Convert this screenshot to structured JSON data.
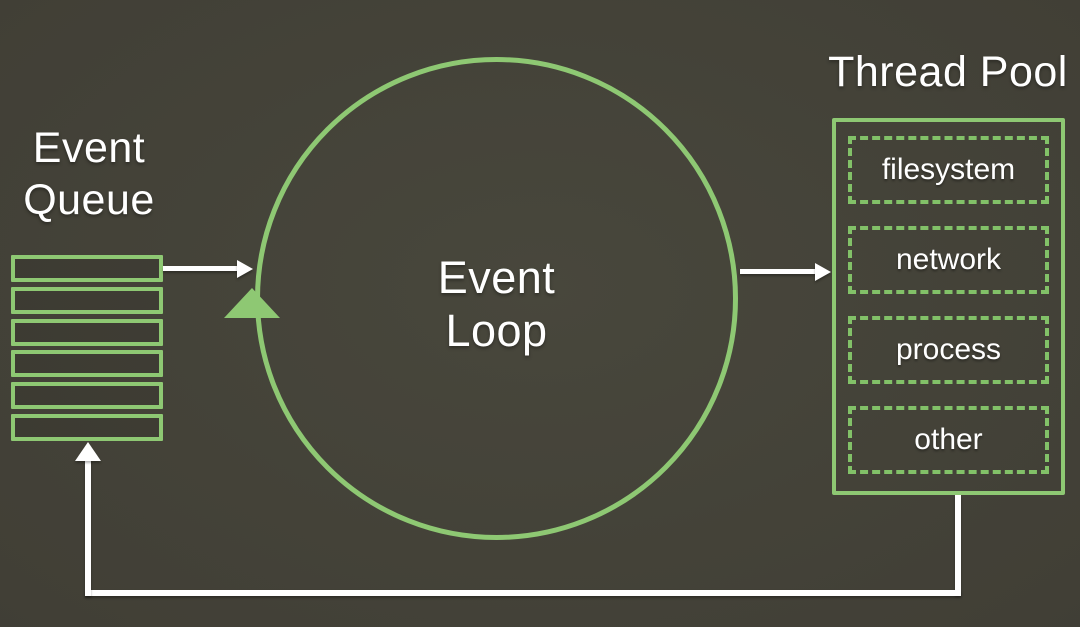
{
  "title": "Node.js event loop diagram",
  "colors": {
    "background_center": "#48473c",
    "background_edge": "#383830",
    "green": "#8ec873",
    "green_dashed": "#82c168",
    "white": "#ffffff"
  },
  "event_queue": {
    "label": "Event Queue",
    "item_count": 6
  },
  "event_loop": {
    "label": "Event Loop"
  },
  "thread_pool": {
    "label": "Thread Pool",
    "items": [
      {
        "label": "filesystem"
      },
      {
        "label": "network"
      },
      {
        "label": "process"
      },
      {
        "label": "other"
      }
    ]
  },
  "icons": {
    "loop_direction": "up-triangle-icon",
    "arrow_queue_to_loop": "right-arrow-icon",
    "arrow_loop_to_threadpool": "right-arrow-icon",
    "feedback_arrow": "up-arrow-icon"
  }
}
